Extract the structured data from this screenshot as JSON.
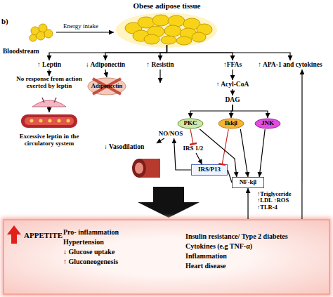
{
  "diagram": {
    "nodes": [
      {
        "text": [
          "Obese adipose tissue"
        ]
      },
      {
        "text": [
          "↑ Leptin"
        ]
      },
      {
        "text": [
          "↓ Adiponectin"
        ]
      },
      {
        "text": [
          "↑ Resistin"
        ]
      },
      {
        "text": [
          "↑FFAs"
        ]
      },
      {
        "text": [
          "↑ APA-1 and cytokines"
        ]
      },
      {
        "text": [
          "No response from action exerted by leptin"
        ]
      },
      {
        "text": [
          "Excessive leptin in the circulatory system"
        ]
      },
      {
        "text": [
          "Adiponectin"
        ]
      },
      {
        "text": [
          "↑ Acyl-CoA"
        ]
      },
      {
        "text": [
          "DAG"
        ]
      },
      {
        "text": [
          "PKC"
        ]
      },
      {
        "text": [
          "Ikkβ"
        ]
      },
      {
        "text": [
          "JNK"
        ]
      },
      {
        "text": [
          "NO/NOS"
        ]
      },
      {
        "text": [
          "IRS 1/2"
        ]
      },
      {
        "text": [
          "IRS/P13"
        ]
      },
      {
        "text": [
          "↓ Vasodilation"
        ]
      },
      {
        "text": [
          "NF-kβ"
        ]
      },
      {
        "text": [
          "APPETITE",
          "Pro- inflammation",
          "Hypertension",
          "↓ Glucose uptake",
          "↑ Gluconeogenesis",
          "Insulin resistance/ Type 2 diabetes",
          "Cytokines (e.g TNF-α)",
          "Inflammation",
          "Heart disease"
        ]
      }
    ],
    "edges": [
      {
        "from": 0,
        "to": 1,
        "arrow": "to"
      },
      {
        "from": 0,
        "to": 2,
        "arrow": "to"
      },
      {
        "from": 0,
        "to": 3,
        "arrow": "to"
      },
      {
        "from": 0,
        "to": 4,
        "arrow": "to"
      },
      {
        "from": 0,
        "to": 5,
        "arrow": "to"
      },
      {
        "from": 1,
        "to": 6,
        "arrow": "to"
      },
      {
        "from": 6,
        "to": 7,
        "arrow": "to"
      },
      {
        "from": 2,
        "to": 8,
        "arrow": "to"
      },
      {
        "from": 4,
        "to": 9,
        "arrow": "to"
      },
      {
        "from": 9,
        "to": 10,
        "arrow": "to"
      },
      {
        "from": 10,
        "to": 11,
        "arrow": "to"
      },
      {
        "from": 10,
        "to": 12,
        "arrow": "to"
      },
      {
        "from": 10,
        "to": 13,
        "arrow": "to"
      },
      {
        "from": 11,
        "to": 15,
        "arrow": "to"
      },
      {
        "from": 15,
        "to": 16,
        "arrow": "to"
      },
      {
        "from": 12,
        "to": 16,
        "arrow": "to"
      },
      {
        "from": 16,
        "to": 14,
        "arrow": "to"
      },
      {
        "from": 14,
        "to": 17,
        "arrow": "to"
      },
      {
        "from": 11,
        "to": 18,
        "arrow": "to"
      },
      {
        "from": 12,
        "to": 18,
        "arrow": "to"
      },
      {
        "from": 13,
        "to": 18,
        "arrow": "to"
      },
      {
        "from": 18,
        "to": 16,
        "arrow": "none"
      },
      {
        "from": 19,
        "to": 18,
        "arrow": "to"
      },
      {
        "from": 19,
        "to": 5,
        "arrow": "to"
      }
    ],
    "labels": [
      "b)",
      "Energy intake",
      "Bloodstream",
      "↑Triglyceride ↑LDL ↑ROS ↑TLR-4"
    ]
  }
}
